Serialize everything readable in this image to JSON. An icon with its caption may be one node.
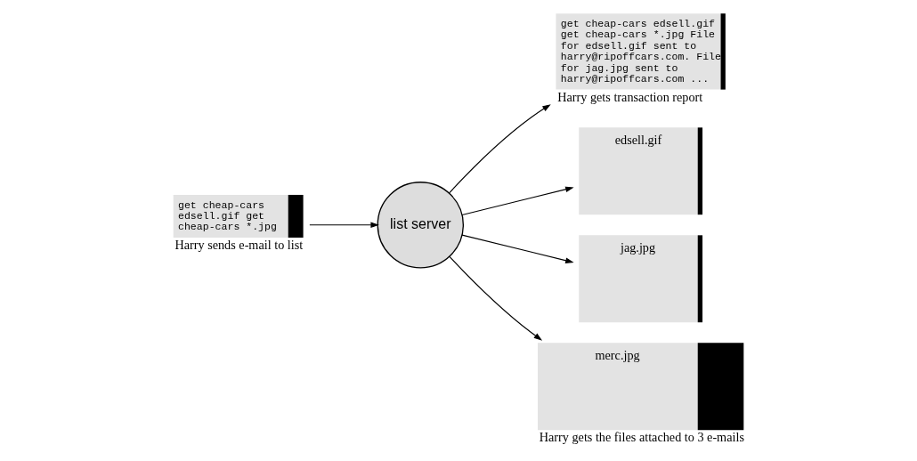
{
  "diagram": {
    "nodes": [
      {
        "text": [
          "get cheap-cars edsell.gif get cheap-cars *.jpg"
        ],
        "beside": [
          "Harry sends e-mail to list"
        ]
      },
      {
        "text": [
          "list server"
        ]
      },
      {
        "text": [
          "get cheap-cars edsell.gif get cheap-cars *.jpg File for edsell.gif sent to harry@ripoffcars.com. File for jag.jpg sent to harry@ripoffcars.com ..."
        ],
        "beside": [
          "Harry gets transaction report"
        ]
      },
      {
        "text": [
          "edsell.gif"
        ]
      },
      {
        "text": [
          "jag.jpg"
        ]
      },
      {
        "text": [
          "merc.jpg"
        ],
        "beside": [
          "Harry gets the files attached to 3 e-mails"
        ]
      }
    ],
    "edges": [
      {
        "from": 0,
        "to": 1,
        "arrow": "to"
      },
      {
        "from": 1,
        "to": 2,
        "arrow": "to"
      },
      {
        "from": 1,
        "to": 3,
        "arrow": "to"
      },
      {
        "from": 1,
        "to": 4,
        "arrow": "to"
      },
      {
        "from": 1,
        "to": 5,
        "arrow": "to"
      }
    ]
  }
}
